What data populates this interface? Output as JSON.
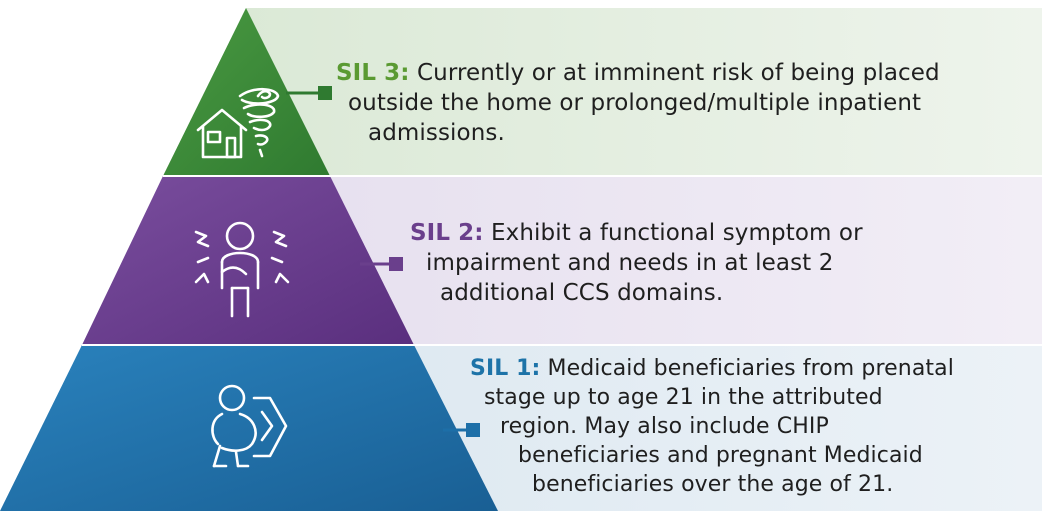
{
  "levels": [
    {
      "id": "sil3",
      "label": "SIL 3:",
      "lines": [
        "Currently or at imminent risk of being placed",
        "outside the home or prolonged/multiple inpatient",
        "admissions."
      ],
      "icon": "house-tornado-icon",
      "color": "#3d8a3a"
    },
    {
      "id": "sil2",
      "label": "SIL 2:",
      "lines": [
        "Exhibit a functional symptom or",
        "impairment and needs in at least 2",
        "additional CCS domains."
      ],
      "icon": "distressed-person-icon",
      "color": "#6a3f8c"
    },
    {
      "id": "sil1",
      "label": "SIL 1:",
      "lines": [
        "Medicaid beneficiaries from prenatal",
        "stage up to age 21 in the attributed",
        "region. May also include CHIP",
        "beneficiaries and pregnant Medicaid",
        "beneficiaries over the age of 21."
      ],
      "icon": "pregnant-person-arrow-icon",
      "color": "#1d6fa8"
    }
  ]
}
